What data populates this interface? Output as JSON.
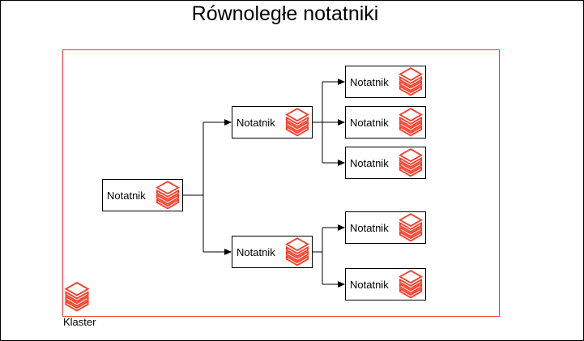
{
  "title": "Równoległe notatniki",
  "diagram": {
    "cluster": {
      "label": "Klaster",
      "icon": "databricks-icon"
    },
    "node_icon": "databricks-icon",
    "nodes": [
      {
        "id": "root",
        "label": "Notatnik"
      },
      {
        "id": "branch-top",
        "label": "Notatnik"
      },
      {
        "id": "branch-bottom",
        "label": "Notatnik"
      },
      {
        "id": "leaf-top-1",
        "label": "Notatnik"
      },
      {
        "id": "leaf-top-2",
        "label": "Notatnik"
      },
      {
        "id": "leaf-top-3",
        "label": "Notatnik"
      },
      {
        "id": "leaf-bottom-1",
        "label": "Notatnik"
      },
      {
        "id": "leaf-bottom-2",
        "label": "Notatnik"
      }
    ],
    "edges": [
      {
        "from": "root",
        "to": "branch-top"
      },
      {
        "from": "root",
        "to": "branch-bottom"
      },
      {
        "from": "branch-top",
        "to": "leaf-top-1"
      },
      {
        "from": "branch-top",
        "to": "leaf-top-2"
      },
      {
        "from": "branch-top",
        "to": "leaf-top-3"
      },
      {
        "from": "branch-bottom",
        "to": "leaf-bottom-1"
      },
      {
        "from": "branch-bottom",
        "to": "leaf-bottom-2"
      }
    ],
    "colors": {
      "icon_red": "#FF3621",
      "cluster_border_red": "#FF3333",
      "edge_color": "#000000",
      "node_border": "#000000",
      "background": "#FFFFFF"
    }
  }
}
